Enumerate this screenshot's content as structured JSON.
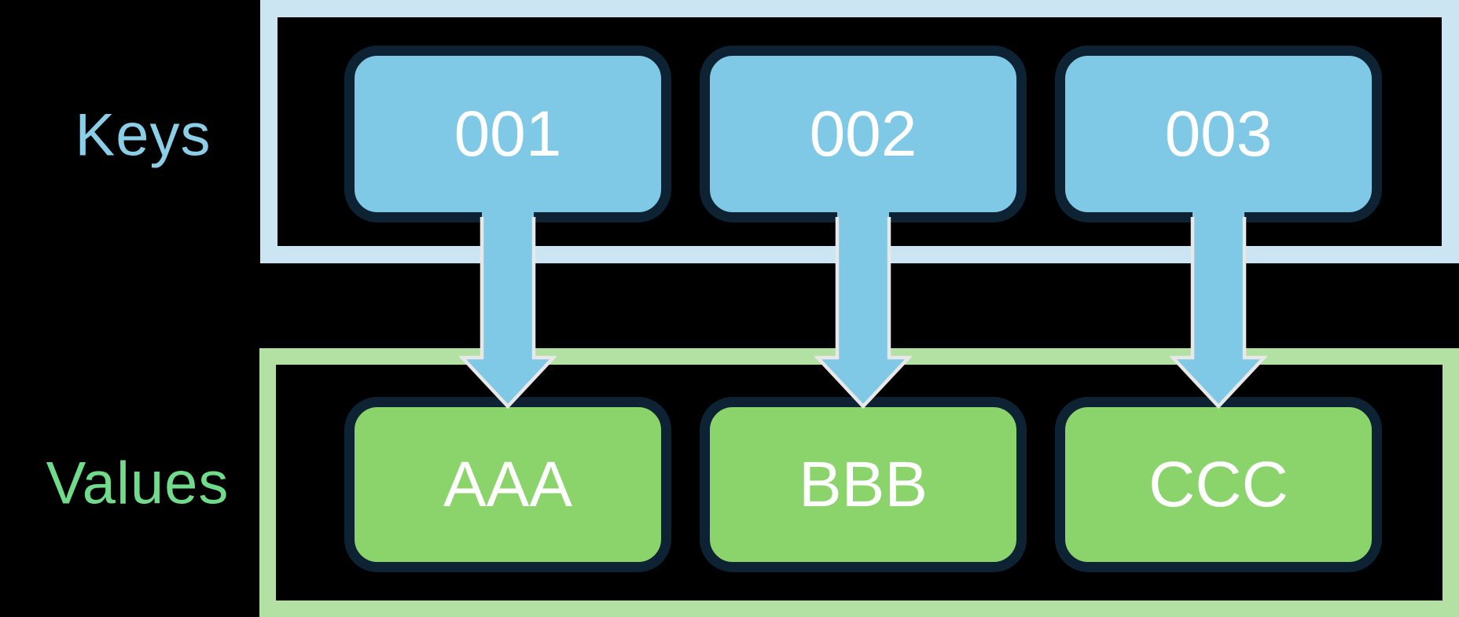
{
  "diagram": {
    "title_implicit": "Keys to Values mapping",
    "background_color": "#000000",
    "keys_section": {
      "label": "Keys",
      "label_color": "#8BCEE8",
      "container_border_color": "#CBE5F3",
      "box_fill_color": "#80C9E6",
      "box_border_color": "#0D2233",
      "box_text_color": "#FFFFFF",
      "items": [
        "001",
        "002",
        "003"
      ]
    },
    "values_section": {
      "label": "Values",
      "label_color": "#70DB8B",
      "container_border_color": "#B3E0A3",
      "box_fill_color": "#8AD46B",
      "box_border_color": "#0D2233",
      "box_text_color": "#FFFFFF",
      "items": [
        "AAA",
        "BBB",
        "CCC"
      ]
    },
    "arrows": {
      "direction": "down",
      "fill_color": "#80C9E6",
      "outline_color": "#E8E8E8",
      "count": 3
    },
    "mapping": [
      {
        "key": "001",
        "value": "AAA"
      },
      {
        "key": "002",
        "value": "BBB"
      },
      {
        "key": "003",
        "value": "CCC"
      }
    ]
  }
}
